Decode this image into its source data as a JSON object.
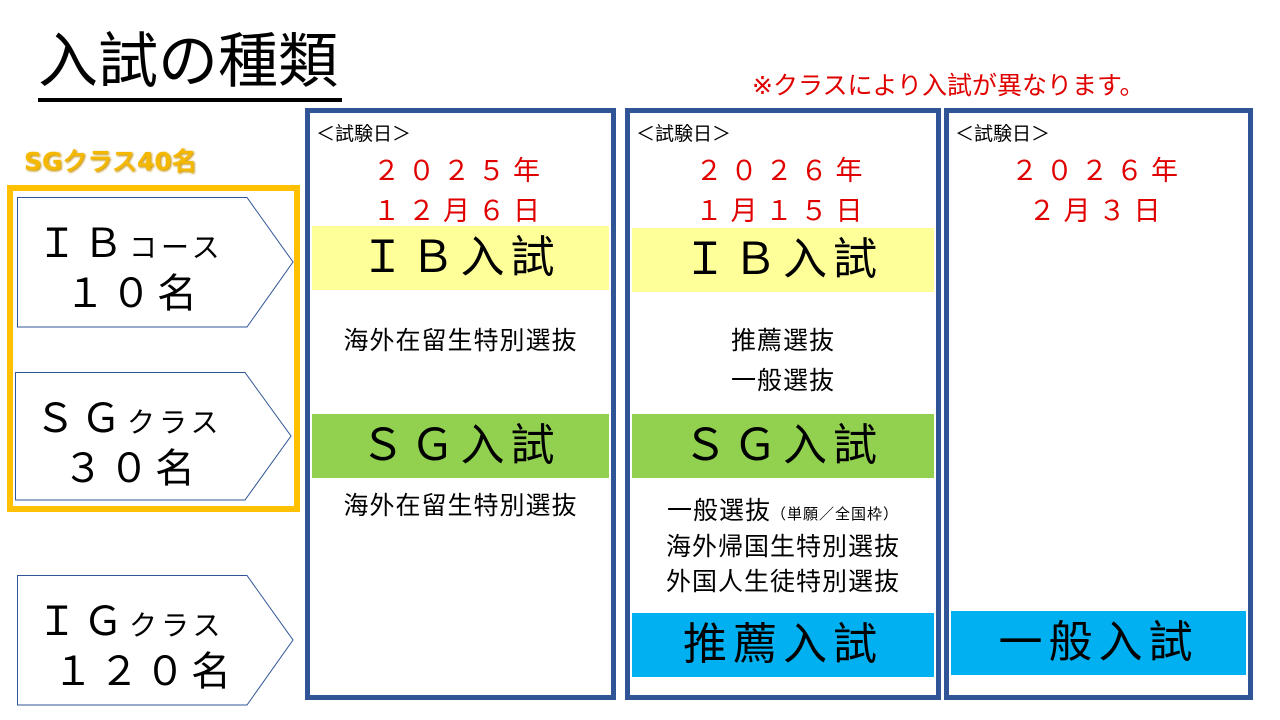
{
  "title": "入試の種類",
  "note": "※クラスにより入試が異なります。",
  "sg_group_label": "SGクラス40名",
  "courses": [
    {
      "name": "ＩＢ",
      "suffix": "コース",
      "quota": "１０名"
    },
    {
      "name": "ＳＧ",
      "suffix": "クラス",
      "quota": "３０名"
    },
    {
      "name": "ＩＧ",
      "suffix": "クラス",
      "quota": "１２０名"
    }
  ],
  "columns": [
    {
      "date_label": "＜試験日＞",
      "year": "２０２５年",
      "date": "１２月６日",
      "ib_band": "ＩＢ入試",
      "ib_items": [
        "海外在留生特別選抜"
      ],
      "sg_band": "ＳＧ入試",
      "sg_items": [
        "海外在留生特別選抜"
      ]
    },
    {
      "date_label": "＜試験日＞",
      "year": "２０２６年",
      "date": "１月１５日",
      "ib_band": "ＩＢ入試",
      "ib_items": [
        "推薦選抜",
        "一般選抜"
      ],
      "sg_band": "ＳＧ入試",
      "sg_items": [
        "一般選抜",
        "海外帰国生特別選抜",
        "外国人生徒特別選抜"
      ],
      "sg_item_note": "（単願／全国枠）",
      "ig_band": "推薦入試"
    },
    {
      "date_label": "＜試験日＞",
      "year": "２０２６年",
      "date": "２月３日",
      "ig_band": "一般入試"
    }
  ],
  "colors": {
    "column_border": "#2f5597",
    "ib": "#ffff99",
    "sg": "#92d050",
    "ig": "#00b0f0",
    "group_border": "#ffc000",
    "date": "#e00000"
  }
}
